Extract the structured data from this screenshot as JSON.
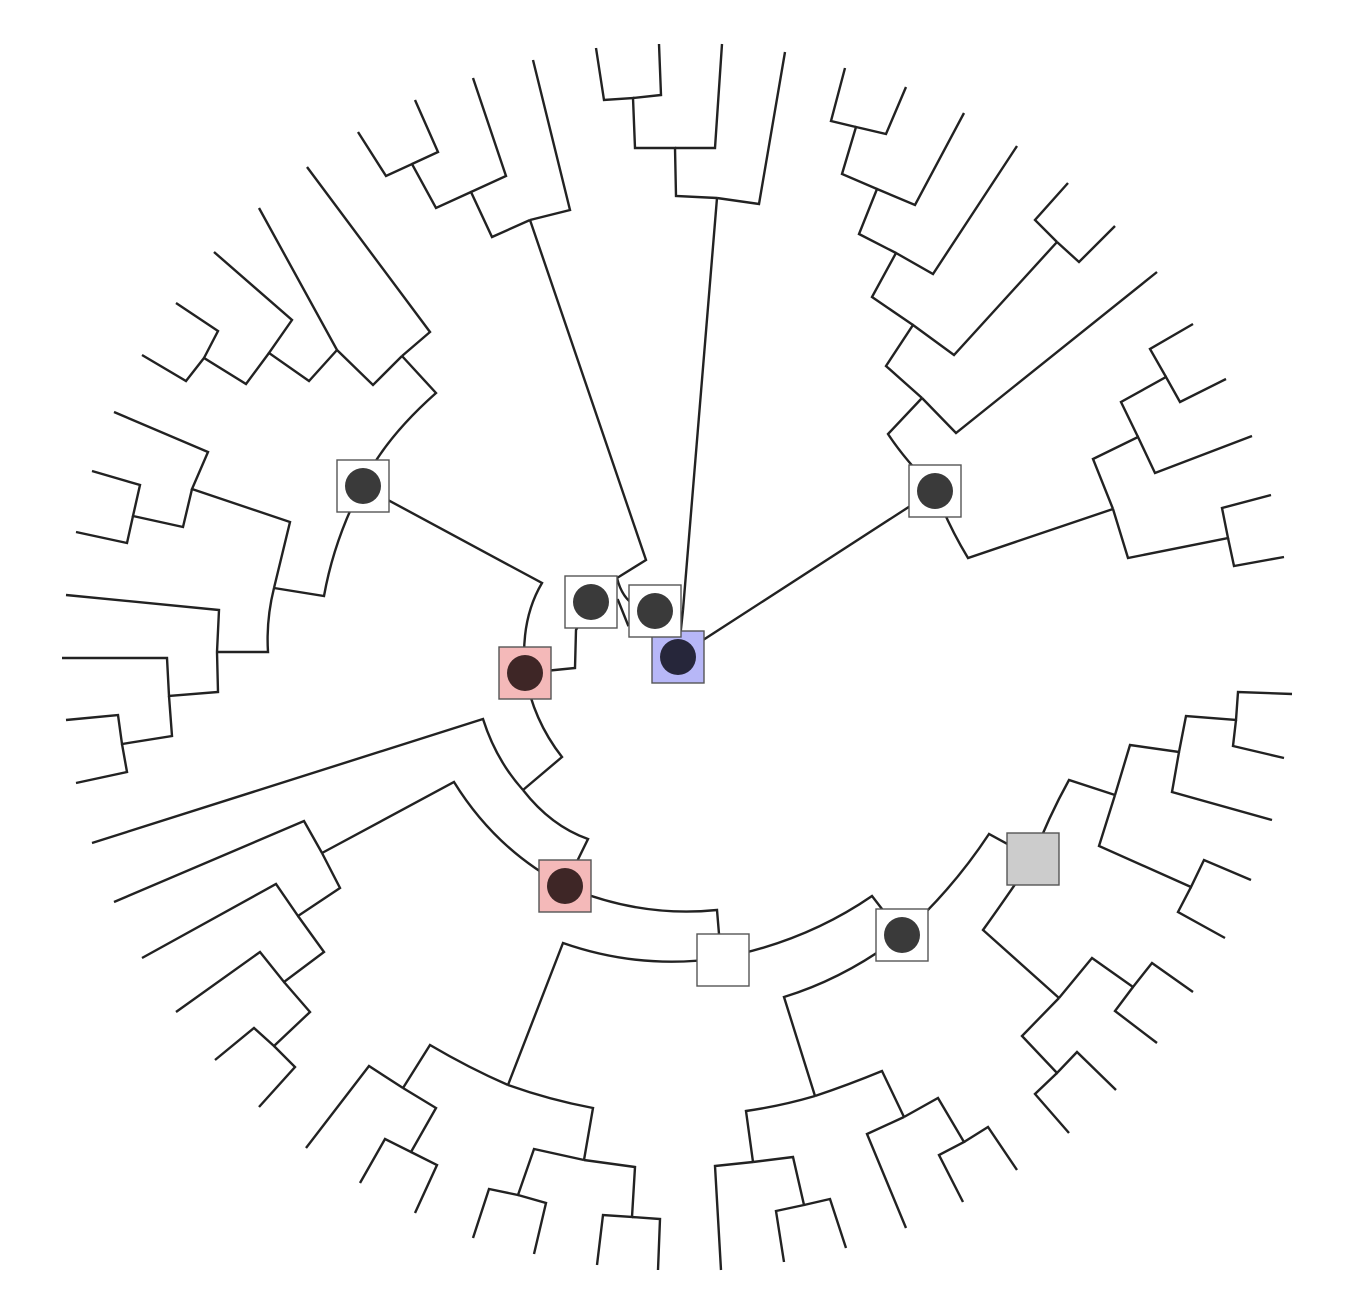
{
  "diagram": {
    "type": "circular-phylogenetic-tree",
    "colors": {
      "branch": "#222222",
      "root_box": "#b7b7f7",
      "red_box": "#f4b9b9",
      "grey_box": "#cccccc",
      "plain_box": "#ffffff",
      "dot": "#3a3a3a",
      "dot_on_blue": "#26263a",
      "dot_on_red": "#3e2626"
    },
    "node_markers": [
      {
        "name": "root-node",
        "fill": "root",
        "dot": true
      },
      {
        "name": "node-upper-center",
        "fill": "plain",
        "dot": true
      },
      {
        "name": "node-upper-left",
        "fill": "plain",
        "dot": true
      },
      {
        "name": "node-red-left",
        "fill": "red",
        "dot": true
      },
      {
        "name": "node-left",
        "fill": "plain",
        "dot": true
      },
      {
        "name": "node-right",
        "fill": "plain",
        "dot": true
      },
      {
        "name": "node-red-lower",
        "fill": "red",
        "dot": true
      },
      {
        "name": "node-bottom-empty",
        "fill": "plain",
        "dot": false
      },
      {
        "name": "node-lower-right",
        "fill": "plain",
        "dot": true
      },
      {
        "name": "node-grey",
        "fill": "grey",
        "dot": false
      }
    ]
  }
}
